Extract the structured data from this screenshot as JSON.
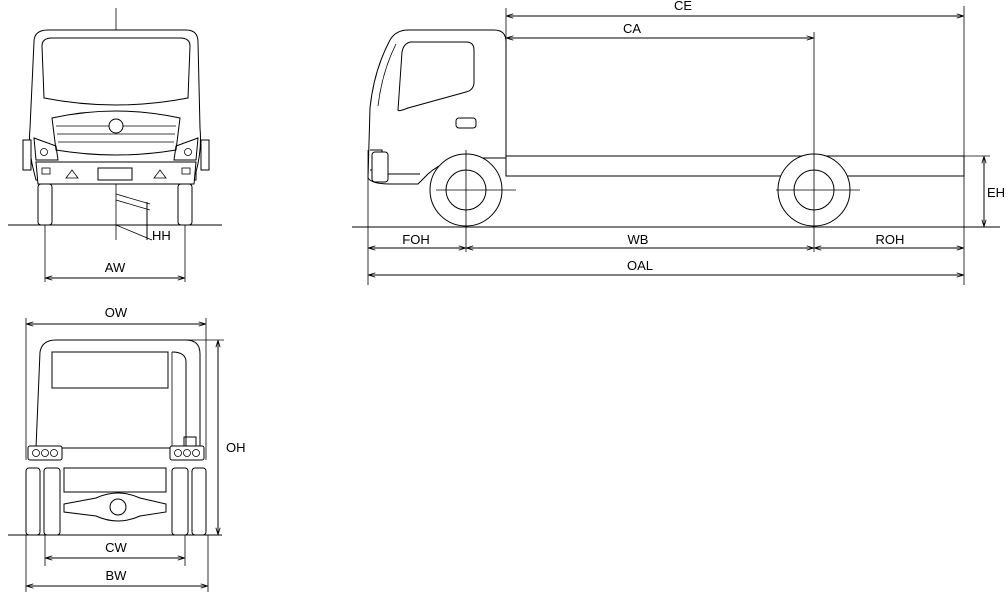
{
  "drawing": {
    "labels": {
      "ce": "CE",
      "ca": "CA",
      "eh": "EH",
      "foh": "FOH",
      "wb": "WB",
      "roh": "ROH",
      "oal": "OAL",
      "hh": "HH",
      "aw": "AW",
      "ow": "OW",
      "oh": "OH",
      "cw": "CW",
      "bw": "BW"
    }
  }
}
